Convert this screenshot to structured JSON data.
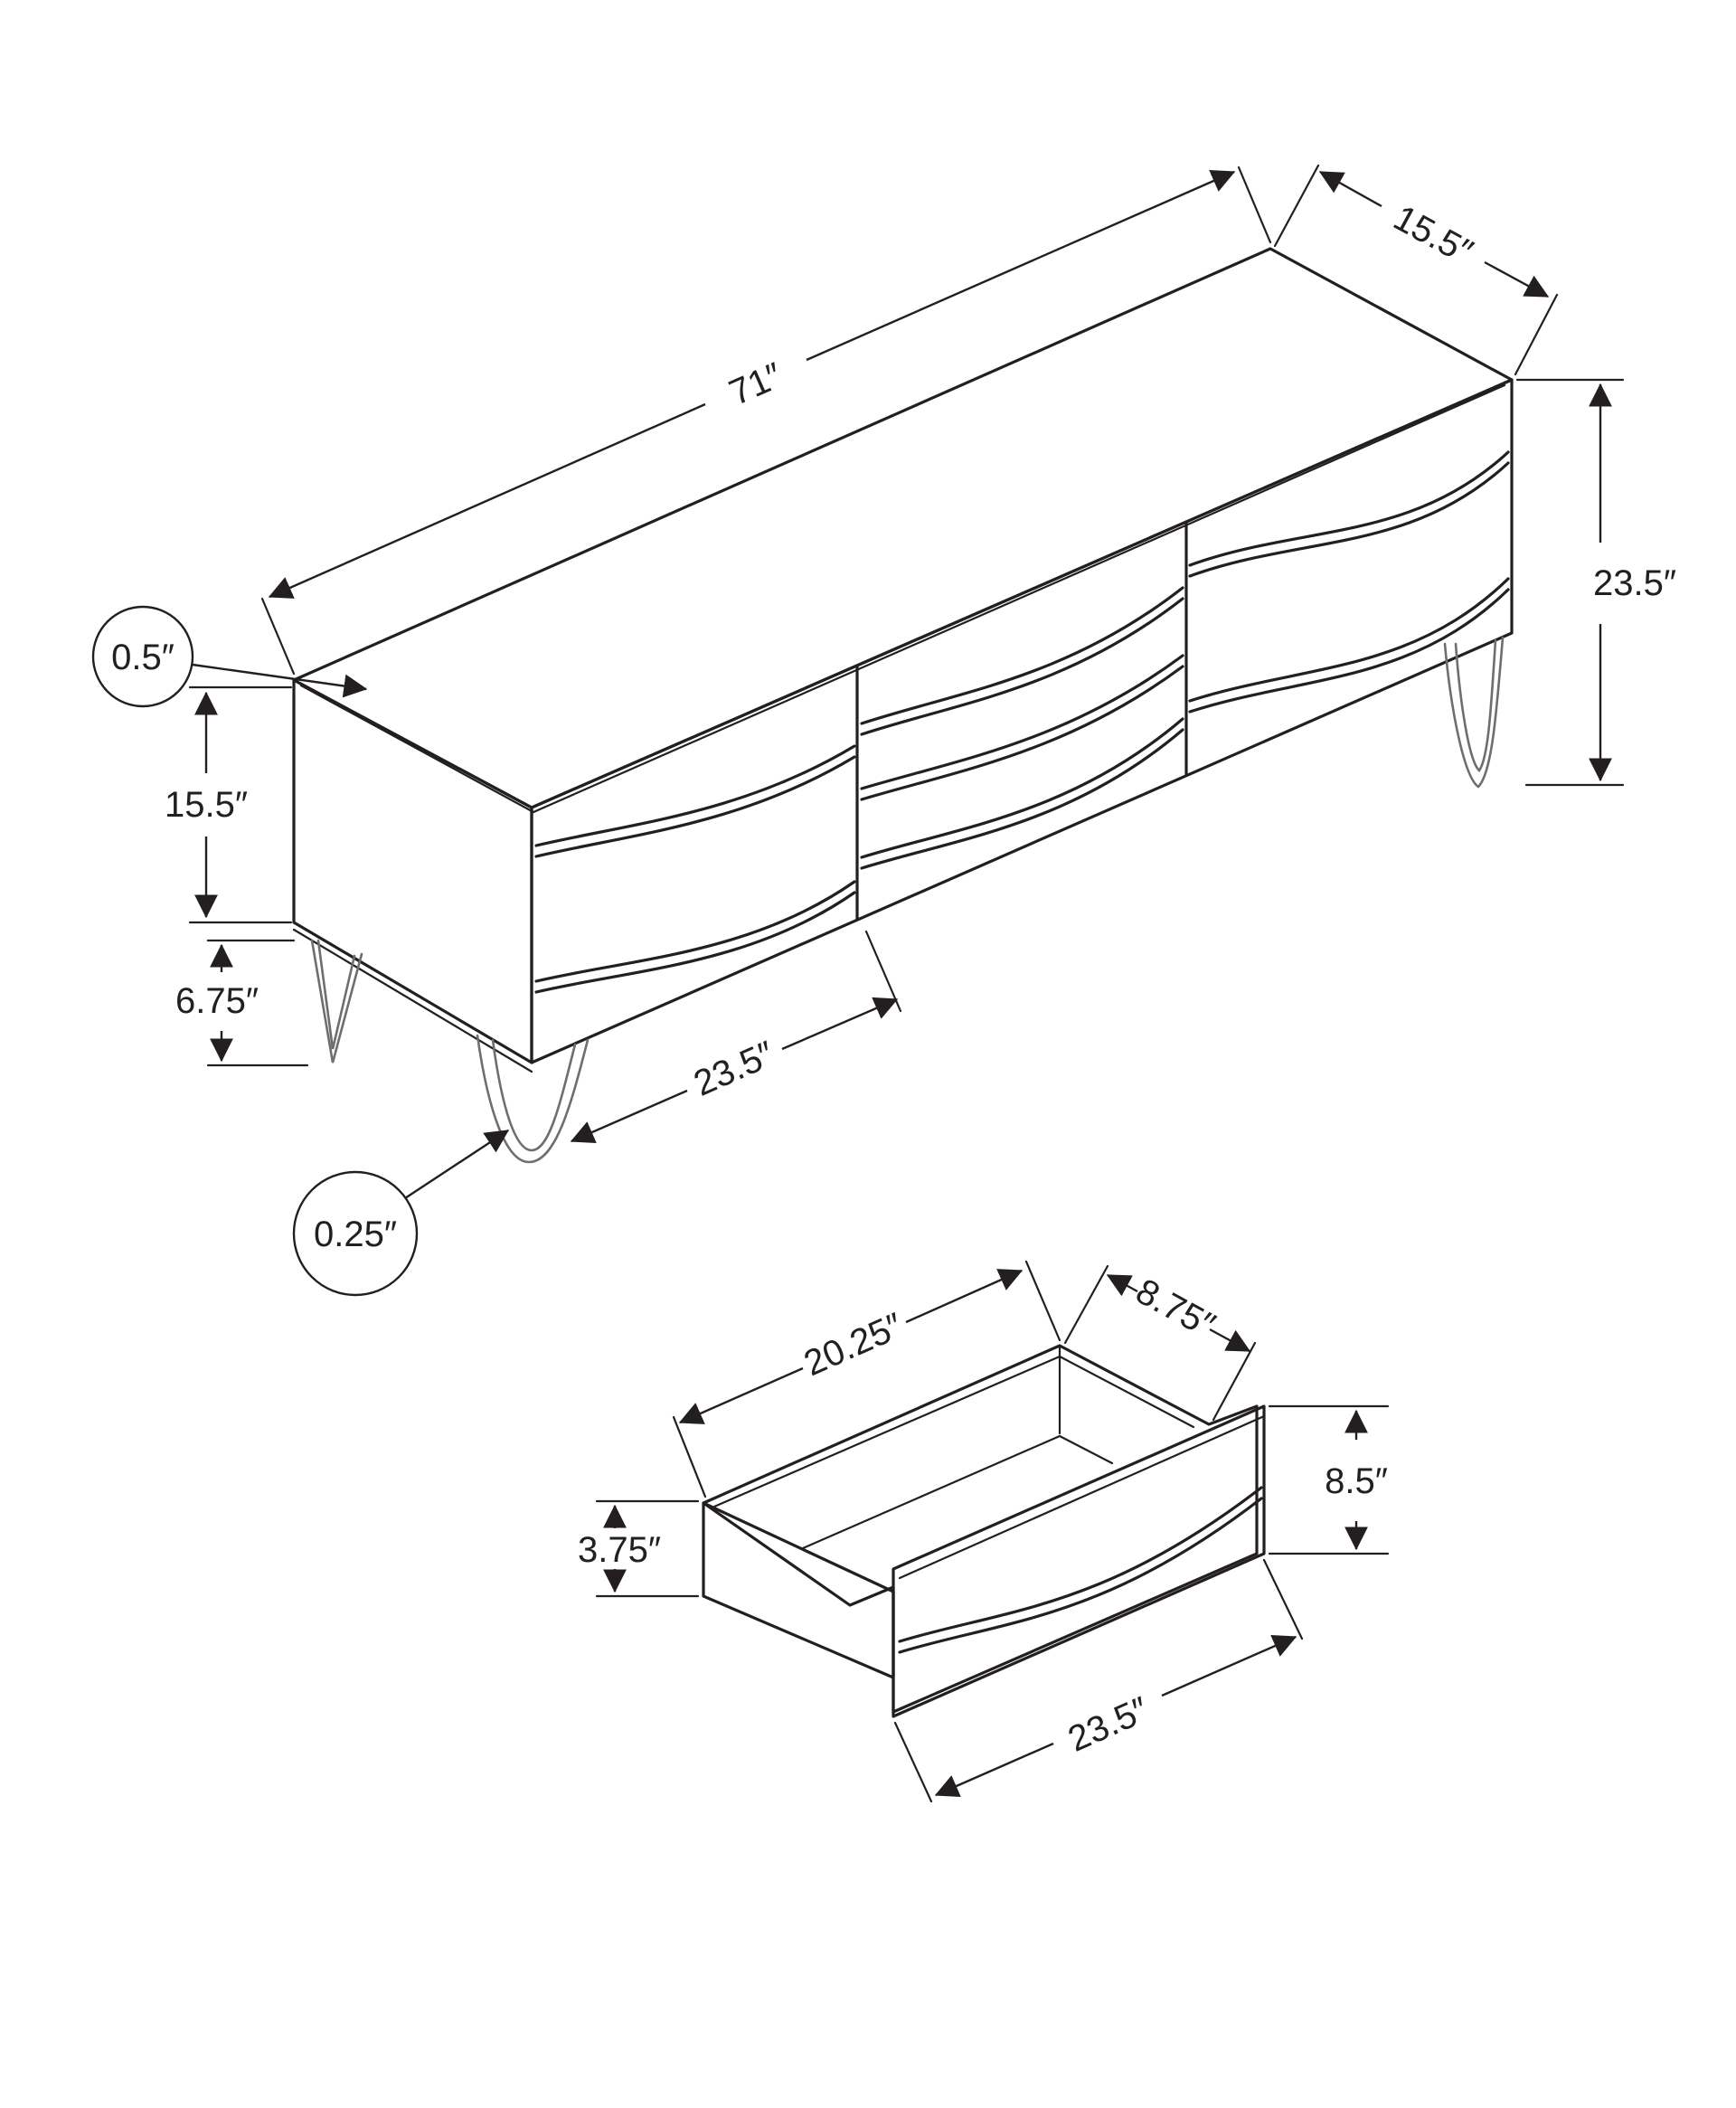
{
  "diagram": {
    "cabinet": {
      "length": "71″",
      "depth": "15.5″",
      "overall_height": "23.5″",
      "body_height": "15.5″",
      "leg_height": "6.75″",
      "section_width": "23.5″",
      "top_thickness": "0.5″",
      "leg_thickness": "0.25″"
    },
    "drawer": {
      "width": "20.25″",
      "depth": "8.75″",
      "front_height": "8.5″",
      "box_height": "3.75″",
      "front_width": "23.5″"
    },
    "colors": {
      "line": "#231f20",
      "leg": "#6d6e71",
      "background": "#ffffff"
    }
  }
}
